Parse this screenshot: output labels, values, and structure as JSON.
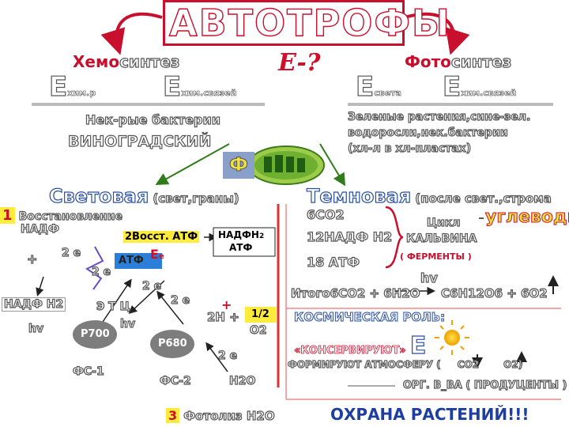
{
  "title": "АВТОТРОФЫ",
  "energy_question": "E-?",
  "chemosynthesis": {
    "prefix": "Хемо",
    "suffix": "синтез",
    "energy_from": "E",
    "energy_from_sub": "хим.р",
    "energy_to": "E",
    "energy_to_sub": "хим.связей",
    "organisms": "Нек-рые бактерии",
    "discoverer": "ВИНОГРАДСКИЙ"
  },
  "photosynthesis": {
    "prefix": "Фото",
    "suffix": "синтез",
    "energy_from": "E",
    "energy_from_sub": "света",
    "energy_to": "E",
    "energy_to_sub": "хим.связей",
    "organisms_line1": "Зеленые растения,сине-зел.",
    "organisms_line2": "водоросли,нек.бактерии",
    "organisms_line3": "(хл-л в хл-пластах)",
    "chloroplast_letter": "Ф"
  },
  "light_phase": {
    "title": "Световая",
    "note": "(свет,граны)",
    "step1_num": "1",
    "step1_line1": "Восстановление",
    "step1_line2": "НАДФ",
    "step2": "2Восст. АТФ",
    "product_line1": "НАДФН",
    "product_sub": "2",
    "product_line2": "АТФ",
    "atf": "АТФ",
    "energy_e": "E",
    "energy_e_sub": "e",
    "plus": "+",
    "e2_a": "2 е",
    "e2_b": "2 е",
    "e2_c": "2 е",
    "e2_d": "2 е",
    "e2_e": "2 е",
    "nadph": "НАДФ Н2",
    "hv1": "hv",
    "hv2": "hv",
    "etc": "Э Т Ц",
    "p700": "P700",
    "p680": "P680",
    "ps1": "ФС-1",
    "ps2": "ФС-2",
    "h2o": "Н2О",
    "plus2": "+",
    "h_label": "2Н +",
    "o2_frac": "1/2",
    "o2": "О2",
    "step3_num": "3",
    "step3": "Фотолиз Н2О"
  },
  "dark_phase": {
    "title": "Темновая",
    "note": "(после свет.,строма",
    "co2": "6СО2",
    "nadph": "12НАДФ Н2",
    "atf": "18 АТФ",
    "cycle_line1": "Цикл",
    "cycle_line2": "КАЛЬВИНА",
    "enzymes": "( ФЕРМЕНТЫ )",
    "product": "углеводы",
    "hv": "hv",
    "equation_left": "Итого6СО2 + 6Н2О",
    "equation_right": "С6Н12О6 + 6О2"
  },
  "cosmic_role": {
    "title": "КОСМИЧЕСКАЯ РОЛЬ:",
    "item1": "«КОНСЕРВИРУЮТ»",
    "item1_e": "E",
    "item2": "ФОРМИРУЮТ АТМОСФЕРУ (",
    "item2_co2": "СО2",
    "item2_o2": "О2)",
    "item3": "ОРГ. В_ВА ( ПРОДУЦЕНТЫ )"
  },
  "protection": "ОХРАНА РАСТЕНИЙ!!!"
}
